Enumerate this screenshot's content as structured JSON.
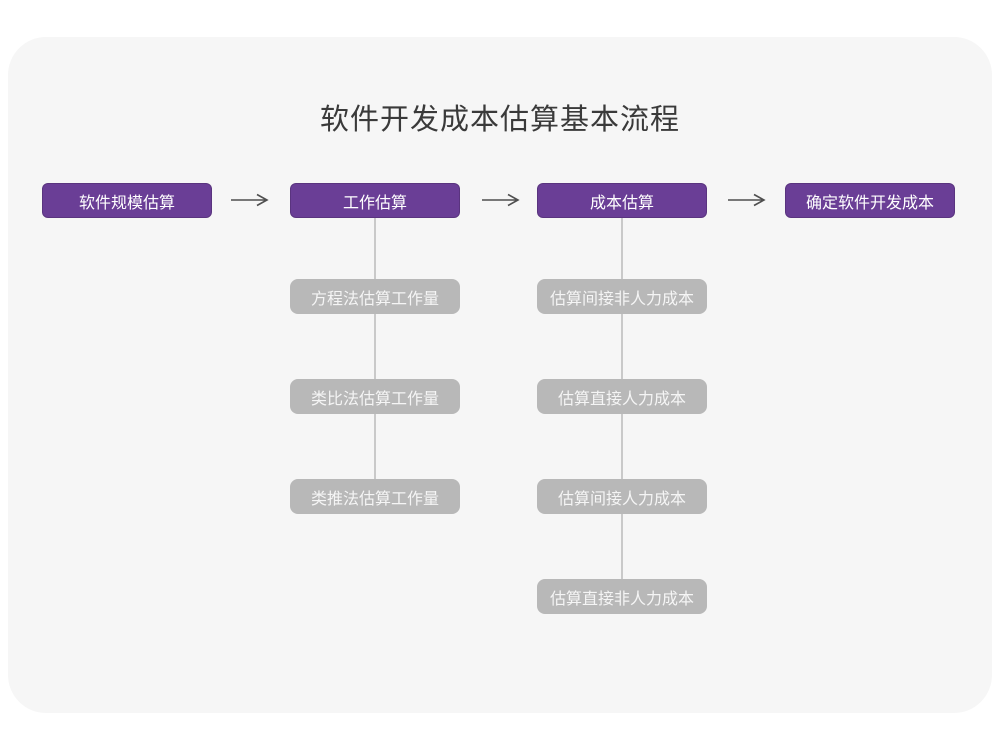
{
  "title": "软件开发成本估算基本流程",
  "flow": {
    "stages": [
      {
        "label": "软件规模估算",
        "children": []
      },
      {
        "label": "工作估算",
        "children": [
          "方程法估算工作量",
          "类比法估算工作量",
          "类推法估算工作量"
        ]
      },
      {
        "label": "成本估算",
        "children": [
          "估算间接非人力成本",
          "估算直接人力成本",
          "估算间接人力成本",
          "估算直接非人力成本"
        ]
      },
      {
        "label": "确定软件开发成本",
        "children": []
      }
    ]
  },
  "colors": {
    "stage_node_bg": "#6a3e96",
    "stage_node_text": "#ffffff",
    "sub_node_bg": "#b8b8b8",
    "sub_node_text": "#f5f5f5",
    "card_bg": "#f6f6f6",
    "page_bg": "#ffffff",
    "arrow": "#4f4f4f",
    "connector_line": "#c9c9c9",
    "title_text": "#3a3a3a"
  }
}
